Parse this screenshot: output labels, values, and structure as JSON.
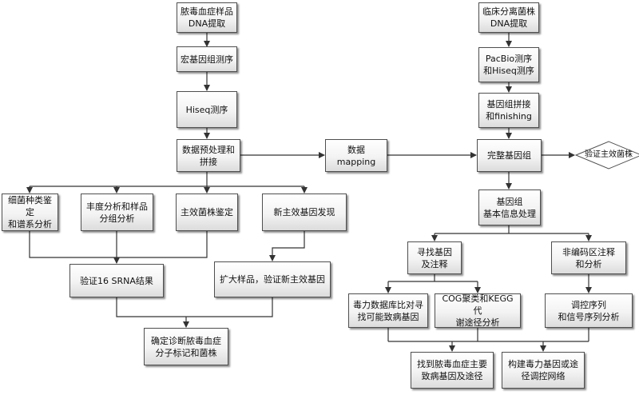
{
  "diagram": {
    "left": {
      "sample_dna": "脓毒血症样品\nDNA提取",
      "metagenome_seq": "宏基因组测序",
      "hiseq_seq": "Hiseq测序",
      "preprocess": "数据预处理和\n拼接",
      "species_id": "细菌种类鉴定\n和谱系分析",
      "abundance": "丰度分析和样品\n分组分析",
      "main_strain": "主效菌株鉴定",
      "new_gene": "新主效基因发现",
      "verify_16s": "验证16 SRNA结果",
      "expand_samples": "扩大样品，验证新主效基因",
      "diagnosis": "确定诊断脓毒血症\n分子标记和菌株"
    },
    "middle": {
      "mapping": "数据mapping"
    },
    "right": {
      "clinical_dna": "临床分离菌株\nDNA提取",
      "pacbio": "PacBio测序\n和Hiseq测序",
      "assembly": "基因组拼接\n和finishing",
      "complete_genome": "完整基因组",
      "verify_strain": "验证主效菌株",
      "genome_info": "基因组\n基本信息处理",
      "find_gene": "寻找基因\n及注释",
      "noncoding": "非编码区注释\n和分析",
      "virulence_db": "毒力数据库比对寻\n找可能致病基因",
      "cog_kegg": "COG聚类和KEGG 代\n谢途径分析",
      "regulatory": "调控序列\n和信号序列分析",
      "pathogenic": "找到脓毒血症主要\n致病基因及途径",
      "network": "构建毒力基因或途\n径调控网络"
    }
  }
}
